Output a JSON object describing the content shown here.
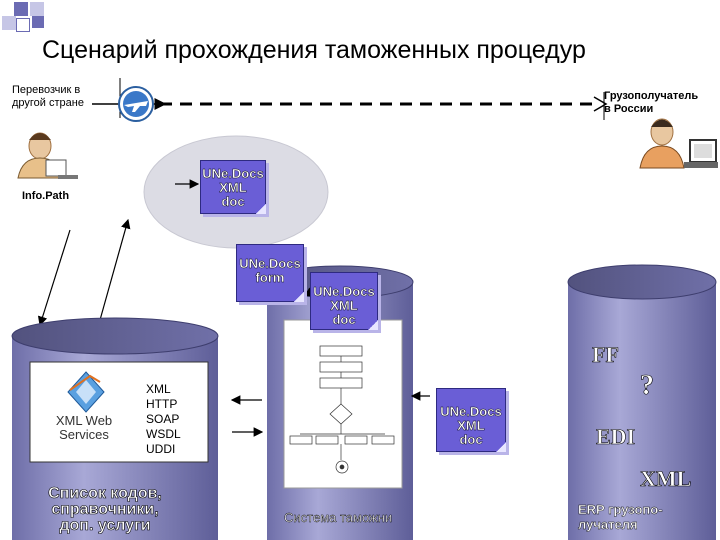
{
  "title": "Сценарий прохождения таможенных процедур",
  "carrier": {
    "line1": "Перевозчик в",
    "line2": "другой стране"
  },
  "consignee": {
    "line1": "Грузополучатель",
    "line2": "в России"
  },
  "infopath": "Info.Path",
  "doc1": {
    "l1": "UNe.Docs",
    "l2": "XML",
    "l3": "doc"
  },
  "doc2": {
    "l1": "UNe.Docs",
    "l2": "form"
  },
  "doc3": {
    "l1": "UNe.Docs",
    "l2": "XML",
    "l3": "doc"
  },
  "doc4": {
    "l1": "UNe.Docs",
    "l2": "XML",
    "l3": "doc"
  },
  "xml_ws_logo": {
    "l1": "XML Web",
    "l2": "Services"
  },
  "protocols": [
    "XML",
    "HTTP",
    "SOAP",
    "WSDL",
    "UDDI"
  ],
  "left_cyl_caption": {
    "l1": "Список кодов,",
    "l2": "справочники,",
    "l3": "доп. услуги"
  },
  "mid_cyl_caption": "Система таможни",
  "right_cyl": {
    "ff": "FF",
    "q": "?",
    "edi": "EDI",
    "xml": "XML"
  },
  "right_cyl_caption": {
    "l1": "ERP грузопо-",
    "l2": "лучателя"
  },
  "colors": {
    "doc": "#6a5ed6",
    "cylinder": "#8f8fc4",
    "ellipse": "#dcdce4"
  }
}
